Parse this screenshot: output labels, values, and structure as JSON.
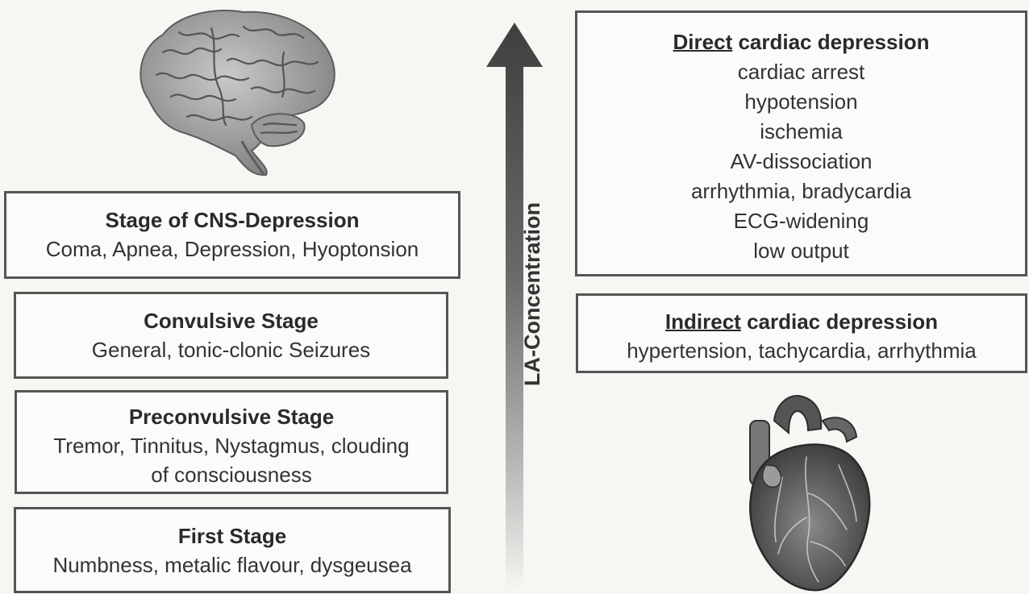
{
  "cns_stages": {
    "cns_depression": {
      "title": "Stage of CNS-Depression",
      "body": "Coma, Apnea, Depression, Hyoptonsion"
    },
    "convulsive": {
      "title": "Convulsive Stage",
      "body": "General, tonic-clonic Seizures"
    },
    "preconvulsive": {
      "title": "Preconvulsive Stage",
      "body_line1": "Tremor, Tinnitus, Nystagmus, clouding",
      "body_line2": "of consciousness"
    },
    "first": {
      "title": "First Stage",
      "body": "Numbness, metalic flavour, dysgeusea"
    }
  },
  "axis": {
    "label": "LA-Concentration"
  },
  "cardiac": {
    "direct": {
      "title_emph": "Direct",
      "title_rest": " cardiac depression",
      "items": [
        "cardiac arrest",
        "hypotension",
        "ischemia",
        "AV-dissociation",
        "arrhythmia, bradycardia",
        "ECG-widening",
        "low output"
      ]
    },
    "indirect": {
      "title_emph": "Indirect",
      "title_rest": " cardiac depression",
      "body": "hypertension, tachycardia, arrhythmia"
    }
  },
  "icons": {
    "brain": "brain-illustration",
    "heart": "heart-illustration",
    "arrow": "up-arrow"
  },
  "colors": {
    "arrow_dark": "#4a4a4a",
    "arrow_light": "#ffffff",
    "box_border": "#555555"
  }
}
